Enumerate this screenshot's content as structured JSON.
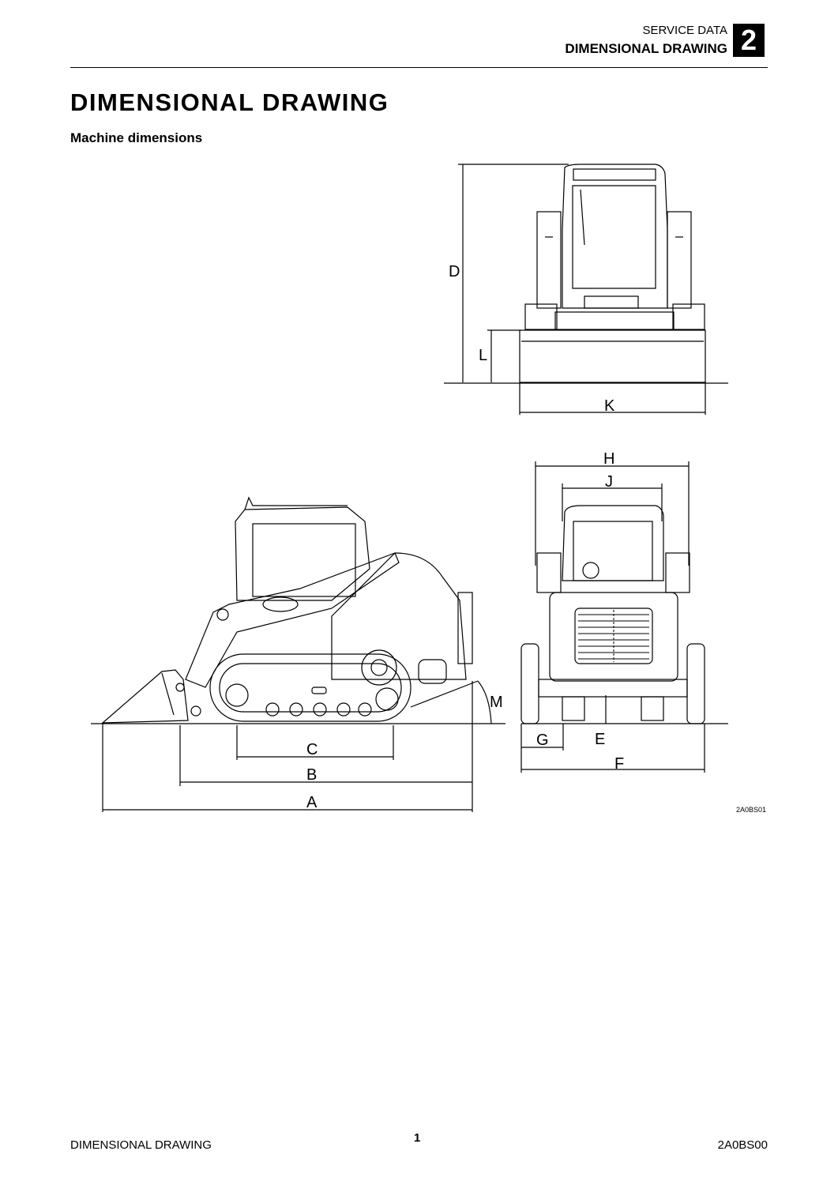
{
  "header": {
    "section": "SERVICE DATA",
    "title": "DIMENSIONAL DRAWING",
    "chapter": "2"
  },
  "page_title": "DIMENSIONAL DRAWING",
  "subtitle": "Machine dimensions",
  "dimension_labels": {
    "A": "A",
    "B": "B",
    "C": "C",
    "D": "D",
    "E": "E",
    "F": "F",
    "G": "G",
    "H": "H",
    "J": "J",
    "K": "K",
    "L": "L",
    "M": "M"
  },
  "figure_code": "2A0BS01",
  "footer": {
    "left": "DIMENSIONAL DRAWING",
    "page": "1",
    "right": "2A0BS00"
  }
}
